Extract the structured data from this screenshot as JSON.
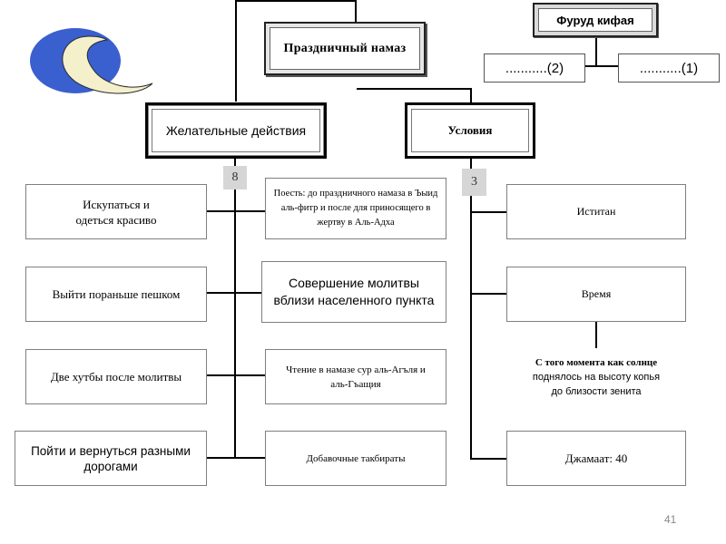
{
  "title": "Праздничный намаз",
  "furud": {
    "title": "Фуруд кифая",
    "item_left": "...........(2)",
    "item_right": "...........(1)"
  },
  "desirable": {
    "title": "Желательные действия",
    "count": "8",
    "left_items": [
      "Искупаться и одеться красиво",
      "Выйти пораньше пешком",
      "Две хутбы после молитвы",
      "Пойти и вернуться разными дорогами"
    ],
    "right_items": [
      "Поесть: до праздничного намаза в Ъыид аль-фитр и после для приносящего в жертву в Аль-Адха",
      "Совершение молитвы вблизи населенного пункта",
      "Чтение в намазе сур аль-Агъля и аль-Гъащия",
      "Добавочные такбираты"
    ]
  },
  "conditions": {
    "title": "Условия",
    "count": "3",
    "items": [
      "Иститан",
      "Время",
      "Джамаат: 40"
    ],
    "time_note_line1": "С того момента как солнце",
    "time_note_line2": "поднялось на высоту копья",
    "time_note_line3": "до близости зенита"
  },
  "page_number": "41",
  "colors": {
    "moon_blue": "#3a5fcf",
    "moon_cream": "#f5f0cc",
    "badge_gray": "#d6d6d6",
    "box_border": "#7f7f7f"
  }
}
